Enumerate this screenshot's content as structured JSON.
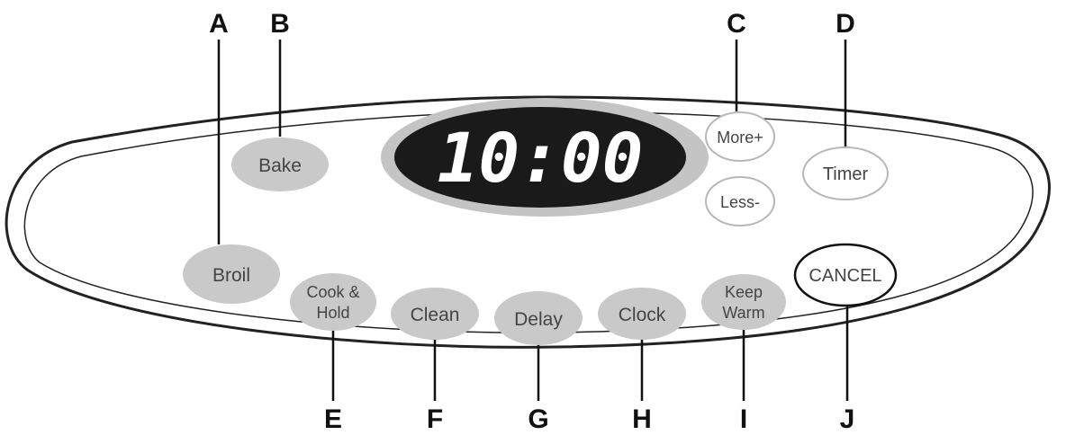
{
  "display": {
    "time": "10:00"
  },
  "buttons": {
    "bake": "Bake",
    "broil": "Broil",
    "more": "More+",
    "less": "Less-",
    "timer": "Timer",
    "cancel": "CANCEL",
    "cook_hold_line1": "Cook &",
    "cook_hold_line2": "Hold",
    "clean": "Clean",
    "delay": "Delay",
    "clock": "Clock",
    "keep_warm_line1": "Keep",
    "keep_warm_line2": "Warm"
  },
  "callouts": {
    "a": "A",
    "b": "B",
    "c": "C",
    "d": "D",
    "e": "E",
    "f": "F",
    "g": "G",
    "h": "H",
    "i": "I",
    "j": "J"
  },
  "colors": {
    "button_fill": "#c9c9c9",
    "outline_button_stroke": "#b8b8b8",
    "display_bezel": "#c4c4c4",
    "display_screen": "#1a1a1a",
    "panel_stroke": "#222222"
  }
}
